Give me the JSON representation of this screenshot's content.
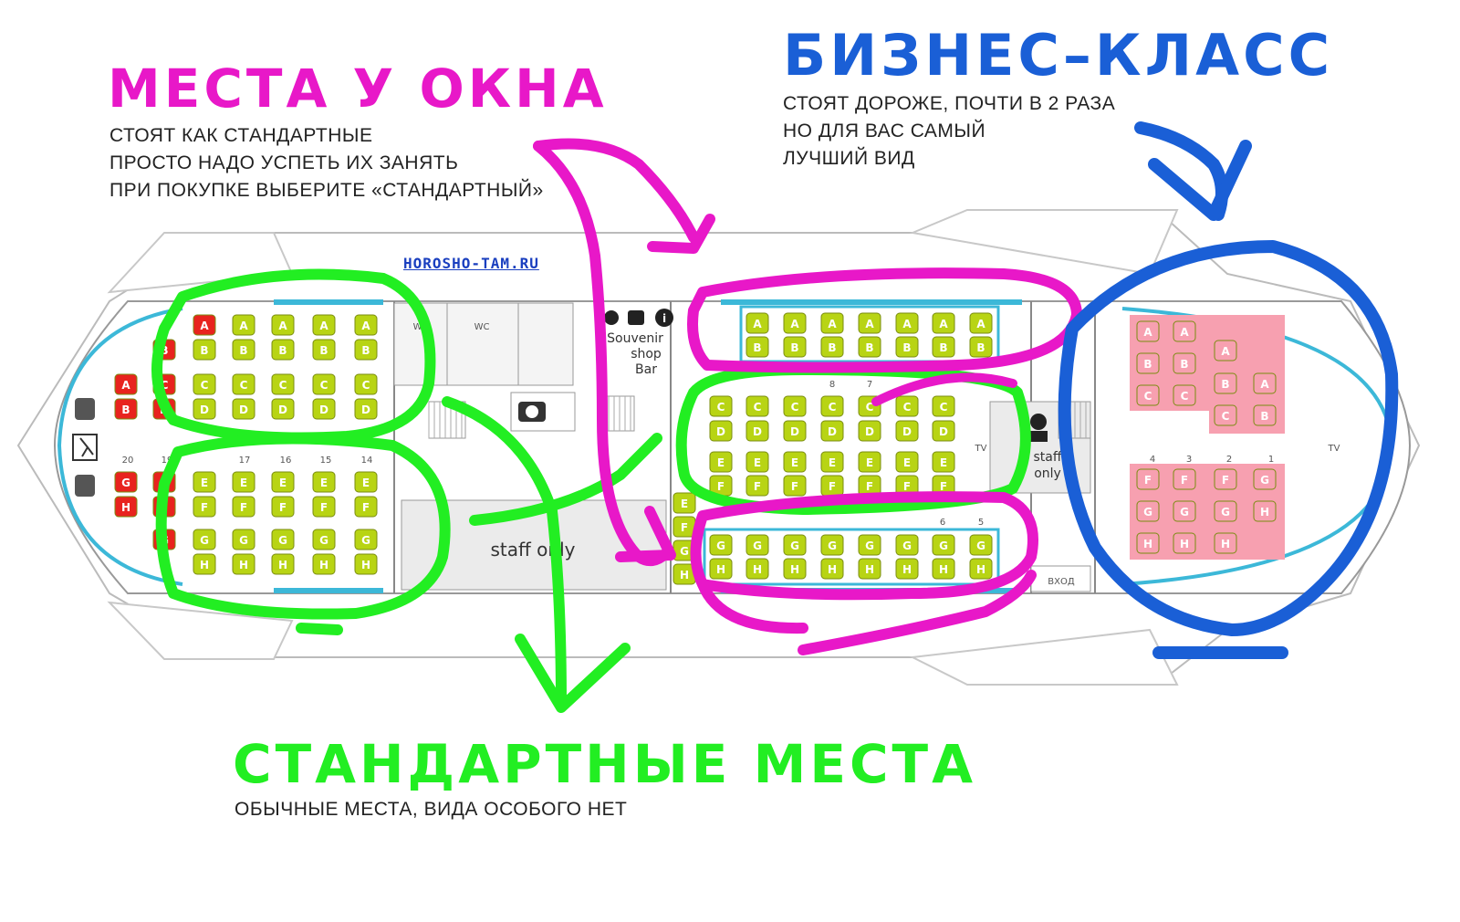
{
  "colors": {
    "window": "#e818c8",
    "business": "#1a5fd6",
    "standard": "#22ee22",
    "seat_green": "#b8d414",
    "seat_red": "#e8231e",
    "seat_pink": "#f7a0b0",
    "seat_outline": "#7a8c10",
    "window_strip": "#3cb8d8",
    "ink": "#222222"
  },
  "window_seats": {
    "title": "МЕСТА У ОКНА",
    "lines": [
      "СТОЯТ КАК СТАНДАРТНЫЕ",
      "ПРОСТО НАДО УСПЕТЬ ИХ ЗАНЯТЬ",
      "ПРИ ПОКУПКЕ ВЫБЕРИТЕ «СТАНДАРТНЫЙ»"
    ]
  },
  "business": {
    "title": "БИЗНЕС–КЛАСС",
    "lines": [
      "СТОЯТ ДОРОЖЕ, ПОЧТИ В 2 РАЗА",
      "НО ДЛЯ ВАС САМЫЙ",
      "ЛУЧШИЙ ВИД"
    ]
  },
  "standard": {
    "title": "СТАНДАРТНЫЕ МЕСТА",
    "lines": [
      "ОБЫЧНЫЕ МЕСТА, ВИДА ОСОБОГО НЕТ"
    ]
  },
  "watermark": "HOROSHO-TAM.RU",
  "plan_labels": {
    "wc1": "WC",
    "wc2": "WC",
    "bar_lines": [
      "Souvenir",
      "shop",
      "Bar"
    ],
    "staff1": "staff only",
    "staff2_lines": [
      "staff",
      "only"
    ],
    "tv1": "TV",
    "tv2": "TV",
    "entry": "ВХОД",
    "rows_left": [
      "20",
      "19",
      "17",
      "16",
      "15",
      "14"
    ],
    "rows_mid_top": [
      "8",
      "7"
    ],
    "rows_mid_bot": [
      "6",
      "5"
    ],
    "rows_right": [
      "4",
      "3",
      "2",
      "1"
    ]
  },
  "icons": [
    "exit-icon",
    "life-vest-icon",
    "camera-icon",
    "info-icon",
    "coffee-icon",
    "staff-icon"
  ],
  "seat_groups": {
    "left_block": {
      "columns": 5,
      "rows": [
        "A",
        "B",
        "C",
        "D",
        "E",
        "F",
        "G",
        "H"
      ],
      "first_red": [
        "A"
      ]
    },
    "left_nose": {
      "top": [
        "A",
        "B"
      ],
      "bottom": [
        "G",
        "H"
      ],
      "outer_top": [
        "A",
        "B"
      ],
      "outer_bottom": [
        "G",
        "H"
      ]
    },
    "mid_top": {
      "columns": 7,
      "rows": [
        "A",
        "B"
      ]
    },
    "mid_center": {
      "columns": 7,
      "rows": [
        "C",
        "D",
        "E",
        "F"
      ]
    },
    "mid_bottom": {
      "columns": 8,
      "rows": [
        "G",
        "H"
      ]
    },
    "mid_side": [
      "E",
      "F",
      "G",
      "H"
    ],
    "business_top": [
      "A",
      "A",
      "B",
      "B",
      "C",
      "C",
      "A",
      "B",
      "C",
      "A",
      "B"
    ],
    "business_bottom": [
      "F",
      "F",
      "F",
      "G",
      "G",
      "G",
      "G",
      "H",
      "H",
      "H",
      "H"
    ]
  }
}
